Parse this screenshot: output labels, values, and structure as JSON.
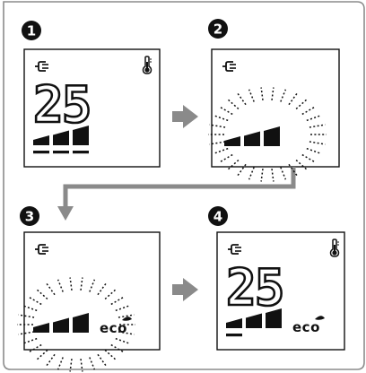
{
  "steps": [
    {
      "number": "1",
      "icons": [
        "plug-icon",
        "thermometer-icon"
      ],
      "temperature": "25",
      "level_bars": 3,
      "level_underlines": 3
    },
    {
      "number": "2",
      "icons": [
        "plug-icon"
      ],
      "level_bars": 3,
      "blinking": true
    },
    {
      "number": "3",
      "icons": [
        "plug-icon"
      ],
      "level_bars": 3,
      "blinking": true,
      "mode_label": "eco"
    },
    {
      "number": "4",
      "icons": [
        "plug-icon",
        "thermometer-icon"
      ],
      "temperature": "25",
      "level_bars": 3,
      "level_underlines": 1,
      "mode_label": "eco"
    }
  ],
  "colors": {
    "frame": "#8c8c8c",
    "arrow": "#8a8a8a",
    "ink": "#111111",
    "badge": "#111111",
    "badge_text": "#ffffff"
  }
}
